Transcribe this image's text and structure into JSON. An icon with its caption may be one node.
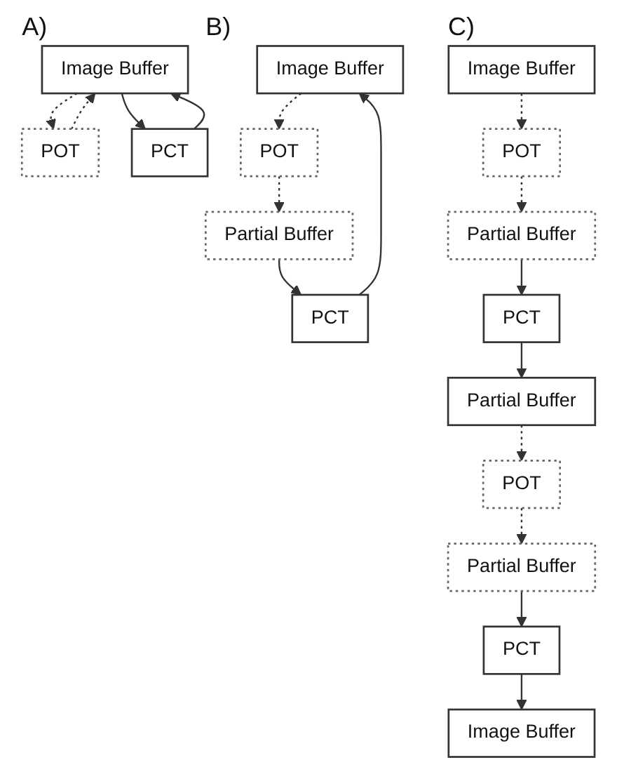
{
  "diagram": {
    "nodes": [
      {
        "text": [
          "Image Buffer"
        ]
      },
      {
        "text": [
          "POT"
        ]
      },
      {
        "text": [
          "PCT"
        ]
      },
      {
        "text": [
          "Image Buffer"
        ]
      },
      {
        "text": [
          "POT"
        ]
      },
      {
        "text": [
          "Partial Buffer"
        ]
      },
      {
        "text": [
          "PCT"
        ]
      },
      {
        "text": [
          "Image Buffer"
        ]
      },
      {
        "text": [
          "POT"
        ]
      },
      {
        "text": [
          "Partial Buffer"
        ]
      },
      {
        "text": [
          "PCT"
        ]
      },
      {
        "text": [
          "Partial Buffer"
        ]
      },
      {
        "text": [
          "POT"
        ]
      },
      {
        "text": [
          "Partial Buffer"
        ]
      },
      {
        "text": [
          "PCT"
        ]
      },
      {
        "text": [
          "Image Buffer"
        ]
      }
    ],
    "edges": [
      {
        "from": 0,
        "to": 1,
        "arrow": "to",
        "style": "dashed"
      },
      {
        "from": 1,
        "to": 0,
        "arrow": "to",
        "style": "dashed"
      },
      {
        "from": 0,
        "to": 2,
        "arrow": "to"
      },
      {
        "from": 2,
        "to": 0,
        "arrow": "to"
      },
      {
        "from": 3,
        "to": 4,
        "arrow": "to",
        "style": "dashed"
      },
      {
        "from": 4,
        "to": 5,
        "arrow": "to",
        "style": "dashed"
      },
      {
        "from": 5,
        "to": 6,
        "arrow": "to"
      },
      {
        "from": 6,
        "to": 3,
        "arrow": "to"
      },
      {
        "from": 7,
        "to": 8,
        "arrow": "to",
        "style": "dashed"
      },
      {
        "from": 8,
        "to": 9,
        "arrow": "to",
        "style": "dashed"
      },
      {
        "from": 9,
        "to": 10,
        "arrow": "to"
      },
      {
        "from": 10,
        "to": 11,
        "arrow": "to"
      },
      {
        "from": 11,
        "to": 12,
        "arrow": "to",
        "style": "dashed"
      },
      {
        "from": 12,
        "to": 13,
        "arrow": "to",
        "style": "dashed"
      },
      {
        "from": 13,
        "to": 14,
        "arrow": "to"
      },
      {
        "from": 14,
        "to": 15,
        "arrow": "to"
      }
    ],
    "labels": [
      "A)",
      "B)",
      "C)"
    ]
  }
}
